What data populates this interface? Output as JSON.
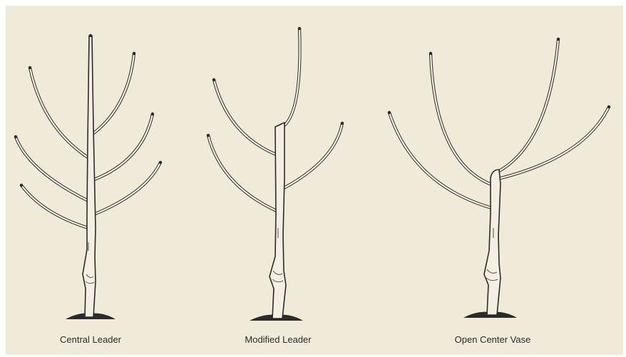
{
  "labels": {
    "central_leader": "Central Leader",
    "modified_leader": "Modified Leader",
    "open_center_vase": "Open Center Vase"
  },
  "colors": {
    "background": "#f0ead8",
    "ink": "#2b2b2b",
    "bark": "#f3efe3"
  }
}
